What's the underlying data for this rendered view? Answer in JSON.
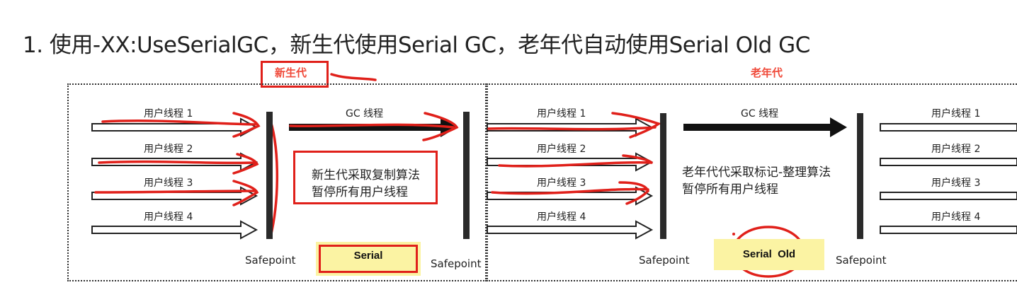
{
  "heading": "1. 使用-XX:UseSerialGC，新生代使用Serial GC，老年代自动使用Serial Old GC",
  "young_gen_label": "新生代",
  "old_gen_label": "老年代",
  "threads": [
    "用户线程 1",
    "用户线程 2",
    "用户线程 3",
    "用户线程 4"
  ],
  "gc_thread_label": "GC 线程",
  "safepoint_label": "Safepoint",
  "young_note": {
    "line1": "新生代采取复制算法",
    "line2": "暂停所有用户线程"
  },
  "old_note": {
    "line1": "老年代代采取标记-整理算法",
    "line2": "暂停所有用户线程"
  },
  "young_collector": "Serial",
  "old_collector": "Serial  Old",
  "colors": {
    "annotation_red": "#e0201a",
    "label_red": "#f04a3a",
    "sticky_yellow": "#fbf3a3",
    "bar": "#2a2a2a"
  }
}
